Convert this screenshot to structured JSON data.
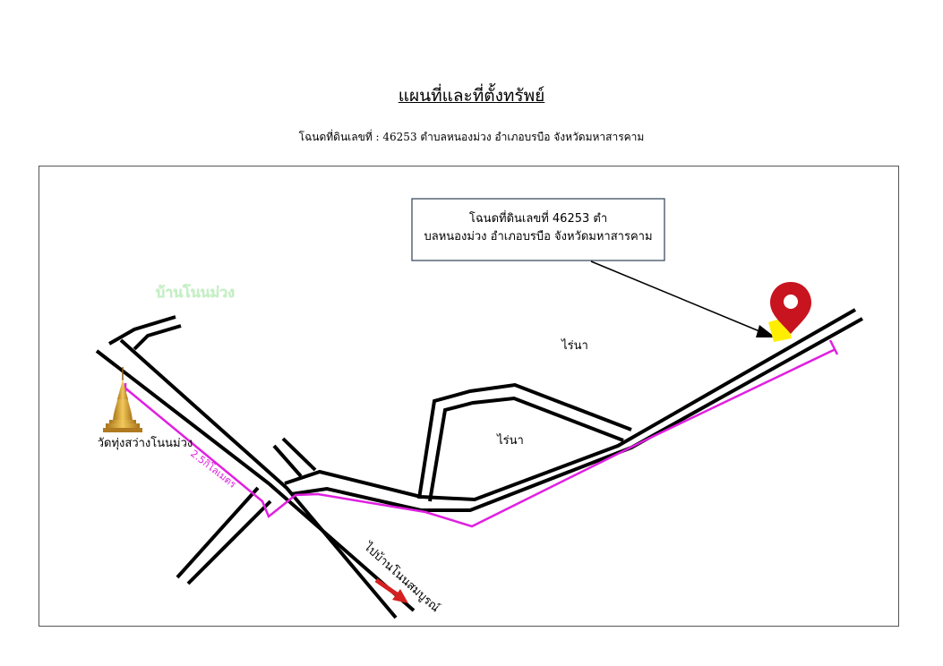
{
  "header": {
    "title": "แผนที่และที่ตั้งทรัพย์",
    "subtitle": "โฉนดที่ดินเลขที่ : 46253 ตำบลหนองม่วง อำเภอบรบือ จังหวัดมหาสารคาม"
  },
  "map": {
    "callout": {
      "line1": "โฉนดที่ดินเลขที่ 46253 ตำ",
      "line2": "บลหนองม่วง อำเภอบรบือ จังหวัดมหาสารคาม"
    },
    "village_label": "บ้านโนนม่วง",
    "field_label_1": "ไร่นา",
    "field_label_2": "ไร่นา",
    "temple_label": "วัดทุ่งสว่างโนนม่วง",
    "distance_label": "2.5กิโลเมตร",
    "direction_label": "ไปบ้านโนนสมบูรณ์",
    "icons": {
      "pin": "location-pin-icon",
      "temple": "pagoda-icon",
      "arrow": "direction-arrow-icon"
    },
    "colors": {
      "road": "#000000",
      "route": "#e020e0",
      "pin": "#c8141e",
      "parcel": "#ffee00",
      "village": "#0a8a2a",
      "arrow": "#d42020"
    }
  }
}
